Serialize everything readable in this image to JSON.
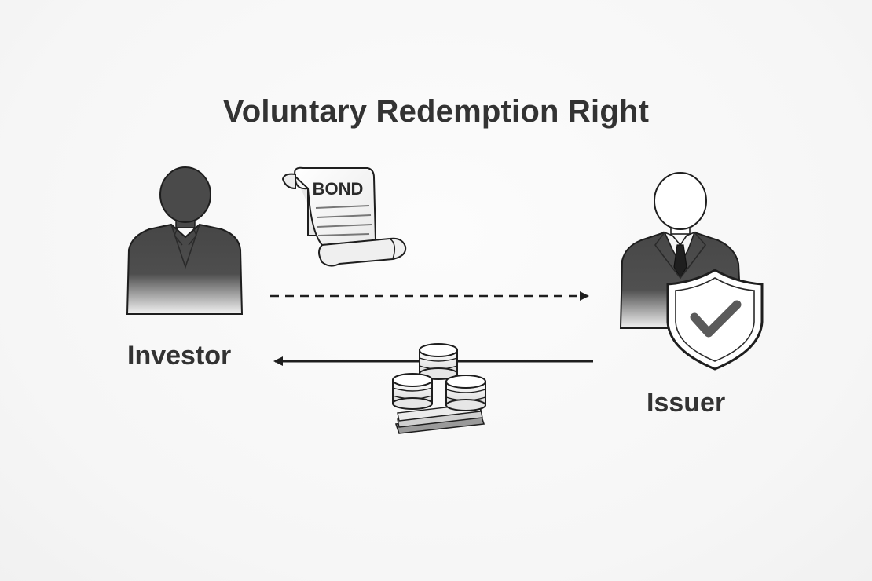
{
  "diagram": {
    "title": "Voluntary Redemption Right",
    "parties": {
      "investor": {
        "label": "Investor",
        "icon": "investor-person-icon"
      },
      "issuer": {
        "label": "Issuer",
        "icon": "issuer-businessman-icon"
      }
    },
    "document": {
      "label": "BOND",
      "icon": "bond-scroll-icon"
    },
    "flows": [
      {
        "from": "investor",
        "to": "issuer",
        "style": "dashed",
        "represents": "bond"
      },
      {
        "from": "issuer",
        "to": "investor",
        "style": "solid",
        "represents": "cash"
      }
    ],
    "icons": [
      "shield-check-icon",
      "coin-stack-icon"
    ],
    "colors": {
      "figure_dark": "#4a4a4a",
      "outline": "#1e1e1e",
      "check": "#5a5a5a",
      "text": "#333333"
    }
  }
}
